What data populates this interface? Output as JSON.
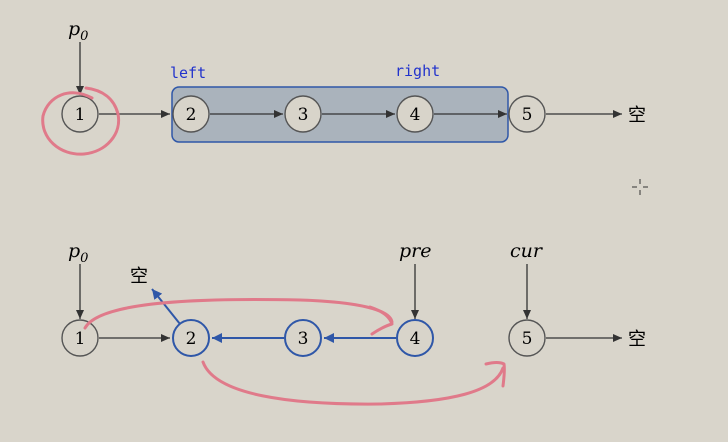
{
  "diagram": {
    "top": {
      "nodes": [
        "1",
        "2",
        "3",
        "4",
        "5"
      ],
      "pointer_p0": "p",
      "pointer_p0_sub": "0",
      "left_label": "left",
      "right_label": "right",
      "null_label": "空"
    },
    "bottom": {
      "nodes": [
        "1",
        "2",
        "3",
        "4",
        "5"
      ],
      "pointer_p0": "p",
      "pointer_p0_sub": "0",
      "pre_label": "pre",
      "cur_label": "cur",
      "null_label_end": "空",
      "null_label_reversed": "空"
    },
    "colors": {
      "background": "#d9d5cb",
      "node_fill": "#d8d4ca",
      "node_stroke": "#555555",
      "reversed_stroke": "#2f57a8",
      "highlight_fill": "#aab3bc",
      "highlight_stroke": "#2f57a8",
      "label_blue": "#2233cc",
      "annotation_pink": "#e07a8a"
    }
  }
}
